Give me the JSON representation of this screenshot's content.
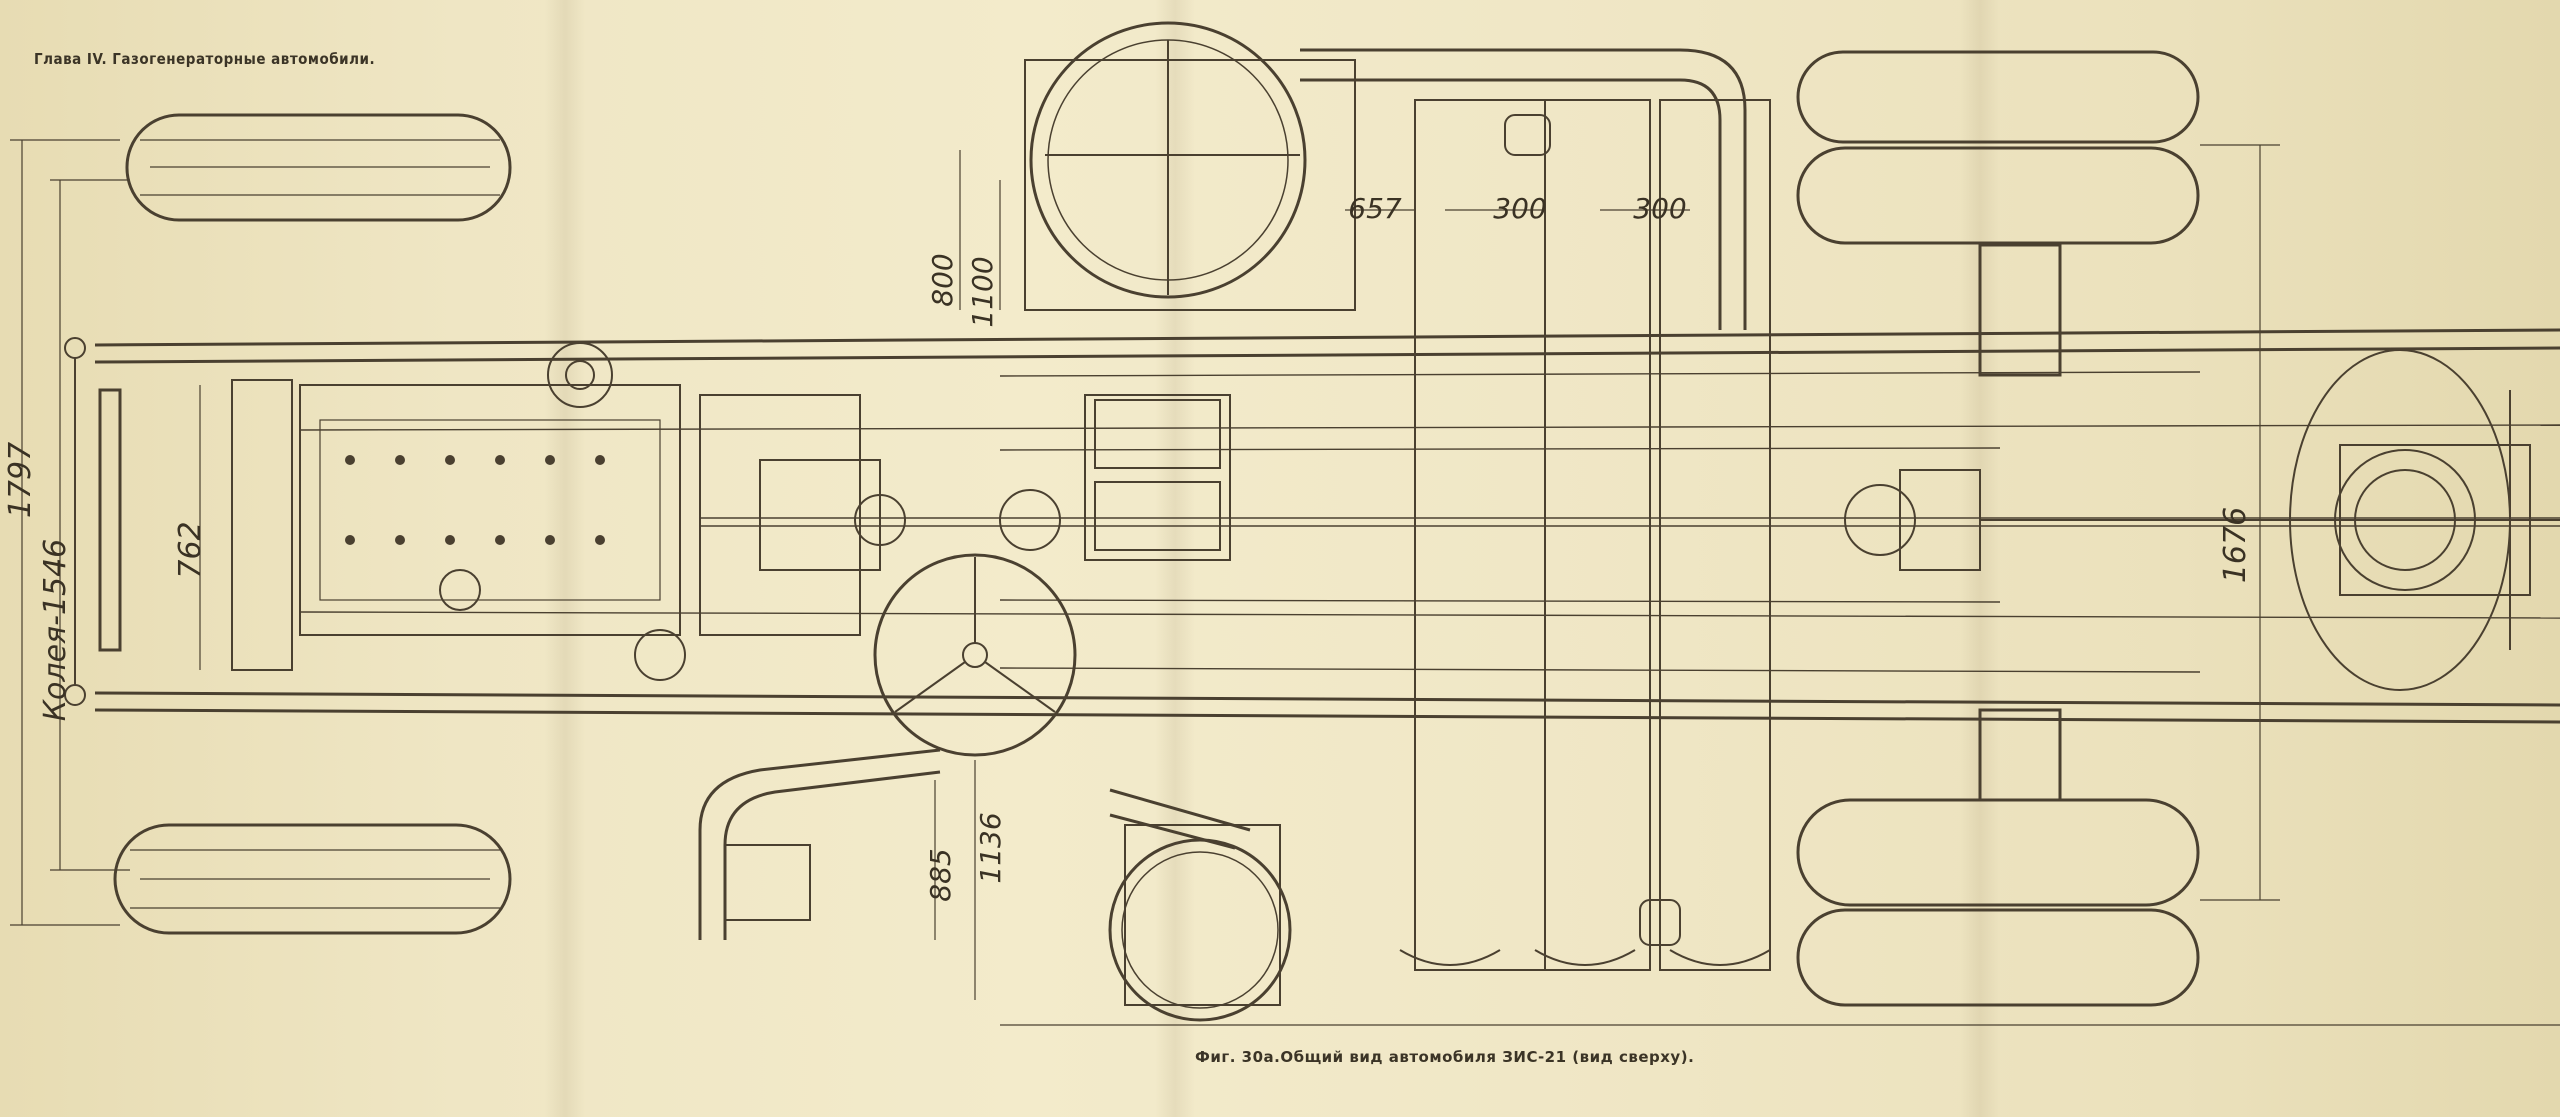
{
  "header": "Глава IV. Газогенераторные автомобили.",
  "caption": "Фиг. 30а.Общий вид автомобиля ЗИС-21  (вид сверху).",
  "dimensions": {
    "overall_width": "1797",
    "front_track": "Колея-1546",
    "front_axle_width": "762",
    "bunker_a": "800",
    "bunker_b": "1100",
    "hopper_lower_a": "885",
    "hopper_lower_b": "1136",
    "cooler_offset": "657",
    "cooler_pitch_1": "300",
    "cooler_pitch_2": "300",
    "rear_track": "1676"
  },
  "colors": {
    "paper": "#efe6c4",
    "ink": "#4a4030"
  }
}
